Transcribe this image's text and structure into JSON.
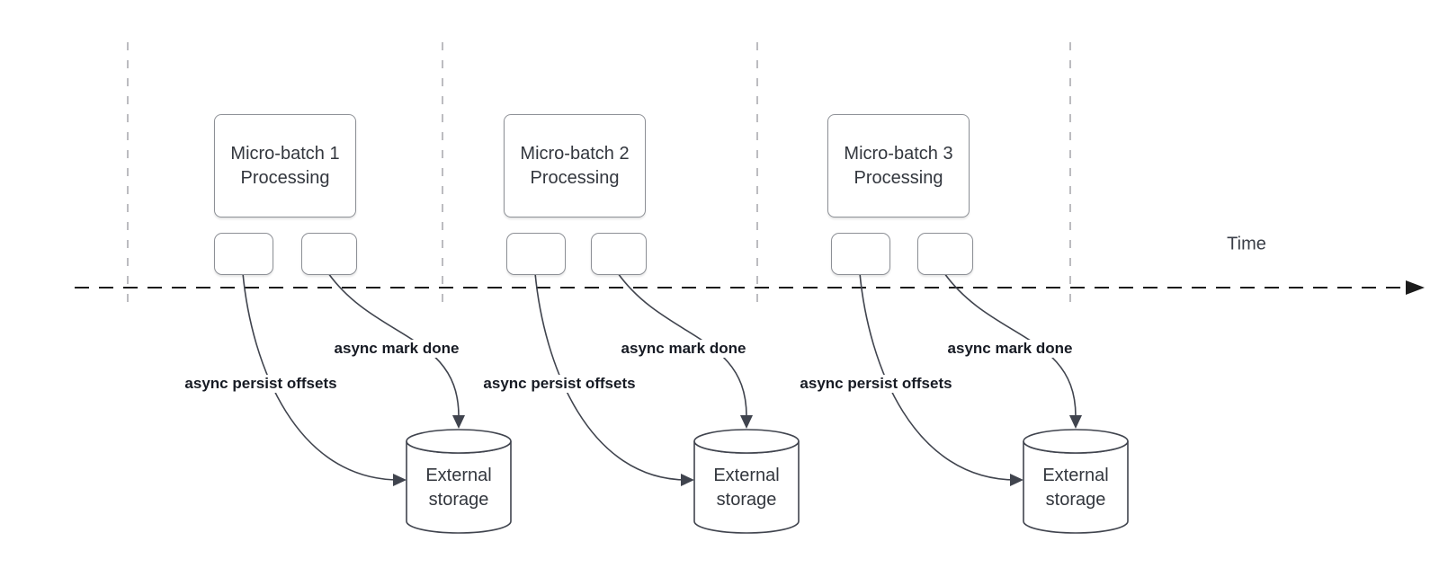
{
  "diagram": {
    "time_axis_label": "Time",
    "batches": [
      {
        "title_line1": "Micro-batch 1",
        "title_line2": "Processing",
        "persist_label": "async persist offsets",
        "markdone_label": "async mark done",
        "storage_line1": "External",
        "storage_line2": "storage"
      },
      {
        "title_line1": "Micro-batch 2",
        "title_line2": "Processing",
        "persist_label": "async persist offsets",
        "markdone_label": "async mark done",
        "storage_line1": "External",
        "storage_line2": "storage"
      },
      {
        "title_line1": "Micro-batch 3",
        "title_line2": "Processing",
        "persist_label": "async persist offsets",
        "markdone_label": "async mark done",
        "storage_line1": "External",
        "storage_line2": "storage"
      }
    ],
    "colors": {
      "timeline": "#1c1c1c",
      "segment_divider": "#a6a6ab",
      "shape_border": "#8d9096",
      "curve_stroke": "#40444e",
      "bold_label_text": "#171b24",
      "body_text": "#33373e",
      "background": "#ffffff"
    }
  }
}
